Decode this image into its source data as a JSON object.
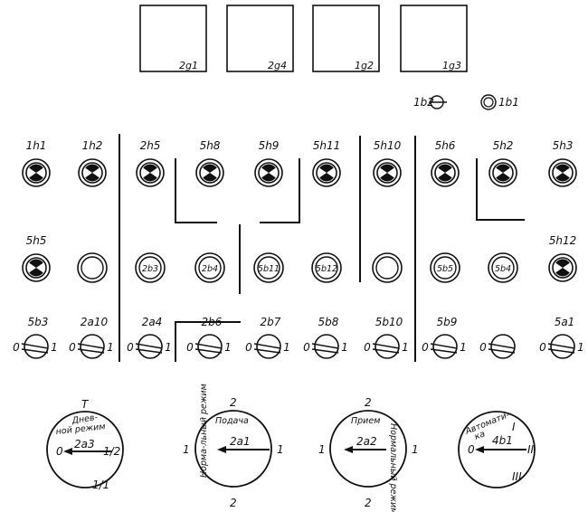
{
  "meters": [
    {
      "label": "2g1"
    },
    {
      "label": "2g4"
    },
    {
      "label": "1g2"
    },
    {
      "label": "1g3"
    }
  ],
  "small_switches": [
    {
      "label": "1b2",
      "kind": "key"
    },
    {
      "label": "1b1",
      "kind": "ring"
    }
  ],
  "lamp_row1": [
    {
      "label": "1h1",
      "state": "lit"
    },
    {
      "label": "1h2",
      "state": "lit"
    },
    {
      "label": "2h5",
      "state": "lit"
    },
    {
      "label": "5h8",
      "state": "lit"
    },
    {
      "label": "5h9",
      "state": "lit"
    },
    {
      "label": "5h11",
      "state": "lit"
    },
    {
      "label": "5h10",
      "state": "lit"
    },
    {
      "label": "5h6",
      "state": "lit"
    },
    {
      "label": "5h2",
      "state": "lit"
    },
    {
      "label": "5h3",
      "state": "lit"
    }
  ],
  "row2": [
    {
      "label": "5h5",
      "type": "lamp"
    },
    {
      "label": "",
      "type": "ring"
    },
    {
      "label": "2b3",
      "type": "button"
    },
    {
      "label": "2b4",
      "type": "button"
    },
    {
      "label": "5b11",
      "type": "button"
    },
    {
      "label": "5b12",
      "type": "button"
    },
    {
      "label": "",
      "type": "ring"
    },
    {
      "label": "5b5",
      "type": "button"
    },
    {
      "label": "5b4",
      "type": "button"
    },
    {
      "label": "5h12",
      "type": "lamp"
    }
  ],
  "toggles": [
    {
      "label": "5b3",
      "left": "0",
      "right": "1"
    },
    {
      "label": "2a10",
      "left": "0",
      "right": "1"
    },
    {
      "label": "2a4",
      "left": "0",
      "right": "1"
    },
    {
      "label": "2b6",
      "left": "0",
      "right": "1"
    },
    {
      "label": "2b7",
      "left": "0",
      "right": "1"
    },
    {
      "label": "5b8",
      "left": "0",
      "right": "1"
    },
    {
      "label": "5b10",
      "left": "0",
      "right": "1"
    },
    {
      "label": "5b9",
      "left": "0",
      "right": "1"
    },
    {
      "label": "",
      "left": "0",
      "right": ""
    },
    {
      "label": "5a1",
      "left": "0",
      "right": "1"
    }
  ],
  "dials": [
    {
      "center": "2a3",
      "top": "T",
      "left": "0",
      "right": "1/2",
      "bottom": "1/1",
      "caption1": "Днев-",
      "caption2": "ной режим",
      "side_caption": ""
    },
    {
      "center": "2a1",
      "top": "2",
      "left": "1",
      "right": "1",
      "bottom": "2",
      "caption1": "Подача",
      "caption2": "",
      "side_caption": "Норма-льный режим"
    },
    {
      "center": "2a2",
      "top": "2",
      "left": "1",
      "right": "1",
      "bottom": "2",
      "caption1": "Прием",
      "caption2": "",
      "side_caption": "Нормальный режим"
    },
    {
      "center": "4b1",
      "top": "",
      "left": "0",
      "right": "II",
      "bottom": "III",
      "caption1": "Автомати-",
      "caption2": "ка",
      "side_caption": "",
      "upper_right": "I"
    }
  ]
}
